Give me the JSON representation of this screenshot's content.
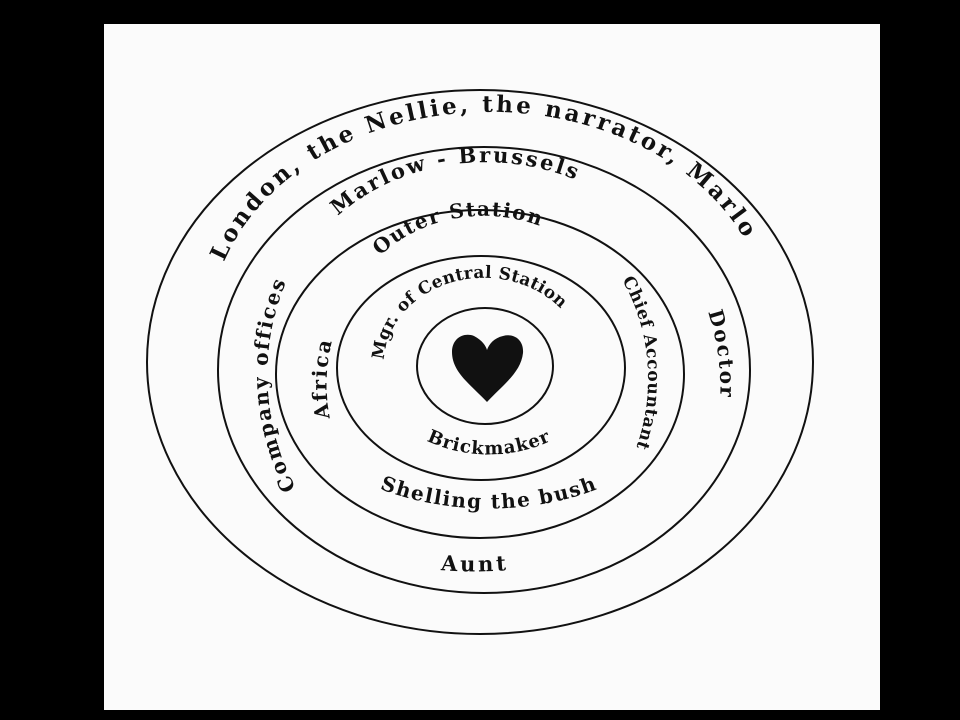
{
  "diagram": {
    "rings": [
      {
        "id": "outer",
        "top_label": "London, the Nellie, the narrator, Marlow",
        "bottom_label": "Aunt"
      },
      {
        "id": "second",
        "top_label": "Marlow - Brussels",
        "left_label": "Company offices",
        "right_label": "Doctor",
        "bottom_label": "Shelling the bush"
      },
      {
        "id": "third",
        "top_label": "Outer Station",
        "left_label": "Africa",
        "right_label": "Chief Accountant"
      },
      {
        "id": "fourth",
        "top_label": "Mgr. of Central Station",
        "bottom_label": "Brickmaker"
      }
    ],
    "center_symbol": "heart-icon"
  }
}
